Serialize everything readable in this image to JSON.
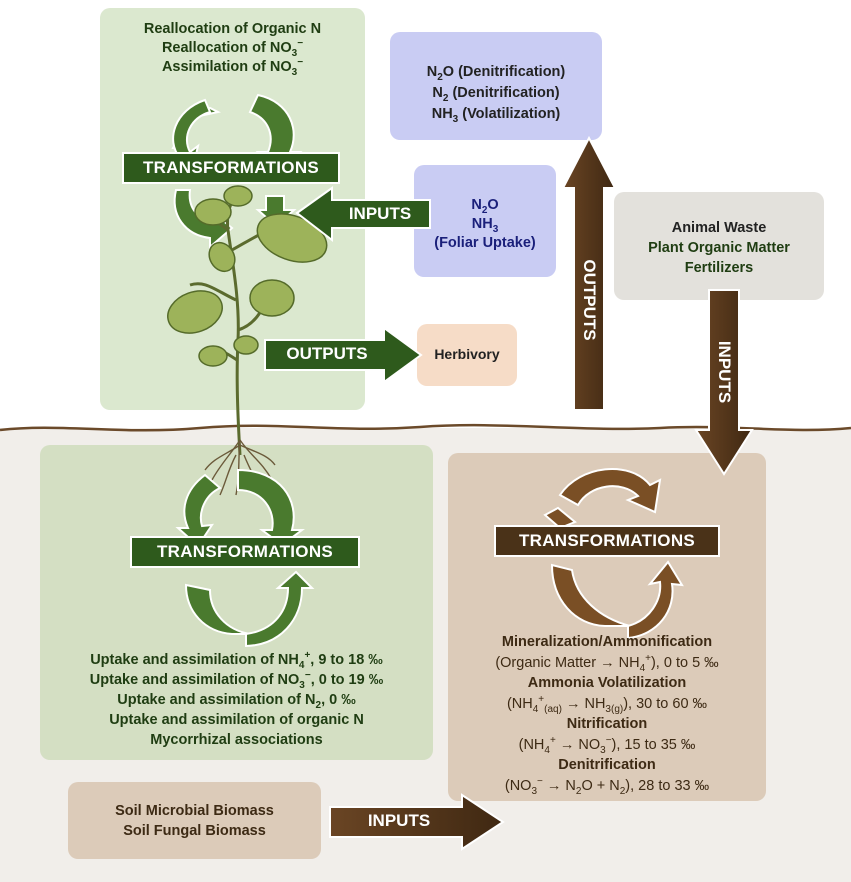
{
  "plant_top": {
    "text_lines": [
      "Reallocation of Organic N",
      "Reallocation of NO",
      "Assimilation of NO"
    ],
    "no3_sub": "3",
    "no3_sup": "−",
    "transform_label": "TRANSFORMATIONS"
  },
  "foliar": {
    "n2o_n": "N",
    "n2o_sub": "2",
    "n2o_o": "O",
    "nh3_n": "NH",
    "nh3_sub": "3",
    "uptake": "(Foliar Uptake)",
    "inputs_label": "INPUTS"
  },
  "atmosphere_outputs": {
    "n2o_pre": "N",
    "n2o_sub": "2",
    "n2o_post": "O (Denitrification)",
    "n2_pre": "N",
    "n2_sub": "2",
    "n2_post": " (Denitrification)",
    "nh3_pre": "NH",
    "nh3_sub": "3",
    "nh3_post": " (Volatilization)",
    "outputs_label": "OUTPUTS"
  },
  "herbivory": {
    "outputs_label": "OUTPUTS",
    "text": "Herbivory"
  },
  "soil_sources": {
    "lines": [
      "Animal Waste",
      "Plant Organic Matter",
      "Fertilizers"
    ],
    "inputs_label": "INPUTS"
  },
  "root_zone": {
    "transform_label": "TRANSFORMATIONS",
    "l1_pre": "Uptake and assimilation of NH",
    "l1_sub": "4",
    "l1_sup": "+",
    "l1_post": ", 9 to 18 ‰",
    "l2_pre": "Uptake and assimilation of NO",
    "l2_sub": "3",
    "l2_sup": "−",
    "l2_post": ", 0 to 19 ‰",
    "l3_pre": "Uptake and assimilation of N",
    "l3_sub": "2",
    "l3_post": ", 0 ‰",
    "l4": "Uptake and assimilation of organic N",
    "l5": "Mycorrhizal associations"
  },
  "soil_zone": {
    "transform_label": "TRANSFORMATIONS",
    "h1": "Mineralization/Ammonification",
    "p1_pre": "(Organic Matter → NH",
    "p1_sub": "4",
    "p1_sup": "+",
    "p1_post": "), 0 to 5 ‰",
    "h2": "Ammonia Volatilization",
    "p2_a": "(NH",
    "p2_sub1": "4",
    "p2_sup1": "+",
    "p2_sub2": "(aq)",
    "p2_b": " → NH",
    "p2_sub3": "3(g)",
    "p2_c": "), 30 to 60 ‰",
    "h3": "Nitrification",
    "p3_a": "(NH",
    "p3_sub1": "4",
    "p3_sup1": "+",
    "p3_b": " → NO",
    "p3_sub2": "3",
    "p3_sup2": "−",
    "p3_c": "), 15 to 35 ‰",
    "h4": "Denitrification",
    "p4_a": "(NO",
    "p4_sub1": "3",
    "p4_sup1": "−",
    "p4_b": " → N",
    "p4_sub2": "2",
    "p4_c": "O + N",
    "p4_sub3": "2",
    "p4_d": "), 28 to 33 ‰"
  },
  "microbial": {
    "lines": [
      "Soil Microbial Biomass",
      "Soil Fungal Biomass"
    ],
    "inputs_label": "INPUTS"
  },
  "colors": {
    "green_dark": "#2e5a1c",
    "brown_dark": "#4a3218",
    "green_box": "#dbe8cf",
    "blue_box": "#c9ccf3",
    "brown_box": "#dccbb9",
    "peach_box": "#f6dcc7",
    "grey_box": "#e3e1dc"
  }
}
